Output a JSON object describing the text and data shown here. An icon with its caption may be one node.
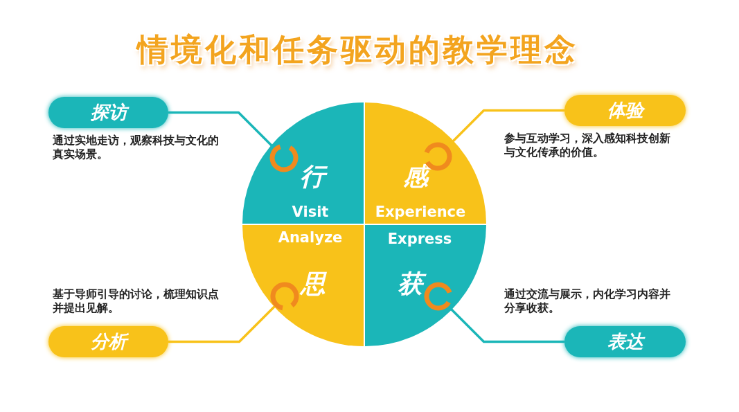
{
  "diagram": {
    "title": "情境化和任务驱动的教学理念",
    "nodes": [
      {
        "text": [
          "探访"
        ],
        "beside": [
          "通过实地走访，观察科技与文化的真实场景。"
        ]
      },
      {
        "text": [
          "体验"
        ],
        "beside": [
          "参与互动学习，深入感知科技创新与文化传承的价值。"
        ]
      },
      {
        "text": [
          "行",
          "Visit"
        ]
      },
      {
        "text": [],
        "shape": "circle",
        "in": 2
      },
      {
        "text": [
          "感",
          "Experience"
        ]
      },
      {
        "text": [],
        "shape": "circle",
        "in": 4
      },
      {
        "text": [
          "Analyze",
          "思"
        ]
      },
      {
        "text": [],
        "shape": "circle",
        "in": 6
      },
      {
        "text": [
          "Express",
          "获"
        ]
      },
      {
        "text": [],
        "shape": "circle",
        "in": 8
      },
      {
        "text": [
          "分析"
        ],
        "beside": [
          "基于导师引导的讨论，梳理知识点并提出见解。"
        ]
      },
      {
        "text": [
          "表达"
        ],
        "beside": [
          "通过交流与展示，内化学习内容并分享收获。"
        ]
      }
    ],
    "edges": [
      {
        "from": 0,
        "to": 3,
        "arrow": "none",
        "color": "#1bb6b8"
      },
      {
        "from": 1,
        "to": 5,
        "arrow": "none",
        "color": "#f8c21a"
      },
      {
        "from": 10,
        "to": 7,
        "arrow": "none",
        "color": "#f8c21a"
      },
      {
        "from": 11,
        "to": 9,
        "arrow": "none",
        "color": "#1bb6b8"
      }
    ]
  }
}
